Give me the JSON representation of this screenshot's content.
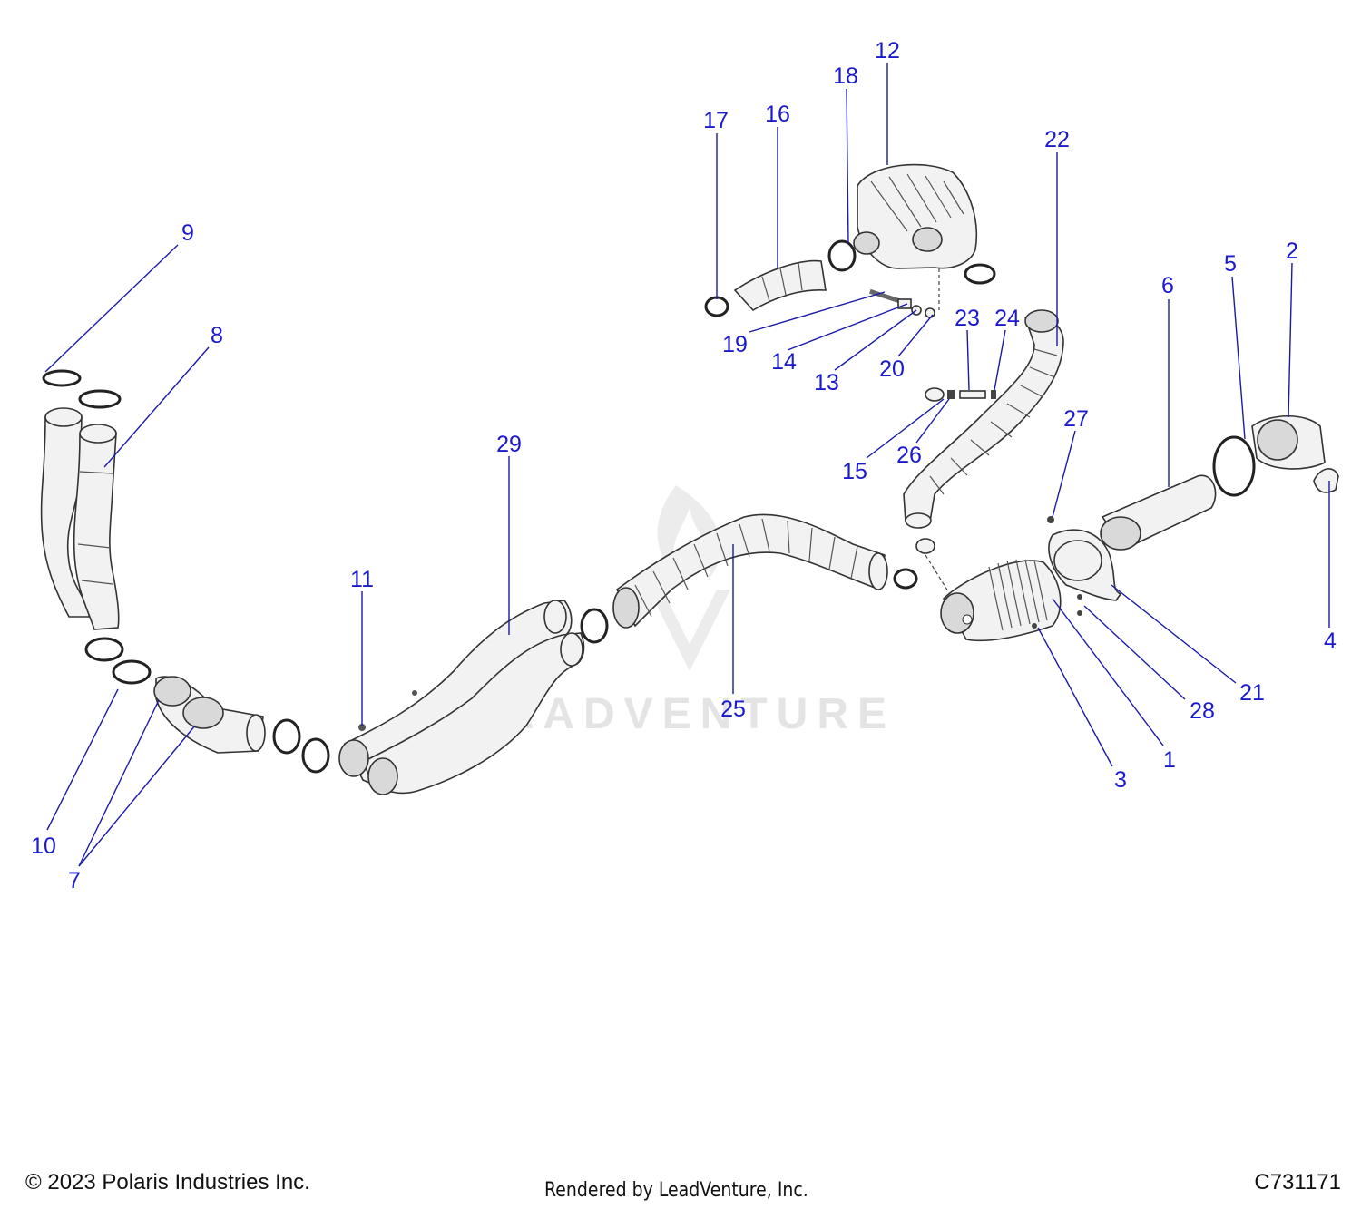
{
  "watermark": "LEADVENTURE",
  "callouts": [
    {
      "id": "c1",
      "label": "1"
    },
    {
      "id": "c2",
      "label": "2"
    },
    {
      "id": "c3",
      "label": "3"
    },
    {
      "id": "c4",
      "label": "4"
    },
    {
      "id": "c5",
      "label": "5"
    },
    {
      "id": "c6",
      "label": "6"
    },
    {
      "id": "c7",
      "label": "7"
    },
    {
      "id": "c8",
      "label": "8"
    },
    {
      "id": "c9",
      "label": "9"
    },
    {
      "id": "c10",
      "label": "10"
    },
    {
      "id": "c11",
      "label": "11"
    },
    {
      "id": "c12",
      "label": "12"
    },
    {
      "id": "c13",
      "label": "13"
    },
    {
      "id": "c14",
      "label": "14"
    },
    {
      "id": "c15",
      "label": "15"
    },
    {
      "id": "c16",
      "label": "16"
    },
    {
      "id": "c17",
      "label": "17"
    },
    {
      "id": "c18",
      "label": "18"
    },
    {
      "id": "c19",
      "label": "19"
    },
    {
      "id": "c20",
      "label": "20"
    },
    {
      "id": "c21",
      "label": "21"
    },
    {
      "id": "c22",
      "label": "22"
    },
    {
      "id": "c23",
      "label": "23"
    },
    {
      "id": "c24",
      "label": "24"
    },
    {
      "id": "c25",
      "label": "25"
    },
    {
      "id": "c26",
      "label": "26"
    },
    {
      "id": "c27",
      "label": "27"
    },
    {
      "id": "c28",
      "label": "28"
    },
    {
      "id": "c29",
      "label": "29"
    }
  ],
  "footer": {
    "copyright": "© 2023 Polaris Industries Inc.",
    "rendered_by": "Rendered by LeadVenture, Inc.",
    "diagram_id": "C731171"
  }
}
